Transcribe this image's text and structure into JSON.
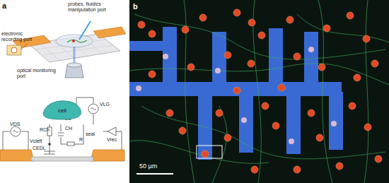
{
  "diagram": {
    "nodes": [
      {
        "text": [
          "cell"
        ]
      }
    ],
    "labels": [
      "a",
      "probes, fluidics manipulation port",
      "electronic recording port",
      "optical monitoring port",
      "VLG",
      "GE",
      "RCh",
      "CH",
      "seal",
      "Vcleft",
      "CEDL",
      "R",
      "VDS",
      "Vrec",
      "b",
      "50 µm"
    ]
  }
}
